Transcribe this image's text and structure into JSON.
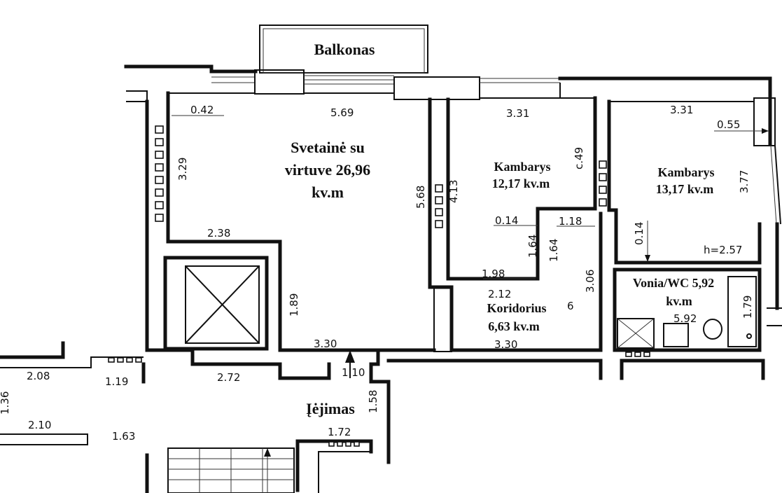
{
  "rooms": {
    "balcony": "Balkonas",
    "living_line1": "Svetainė su",
    "living_line2": "virtuve 26,96",
    "living_line3": "kv.m",
    "room1_name": "Kambarys",
    "room1_area": "12,17 kv.m",
    "room2_name": "Kambarys",
    "room2_area": "13,17 kv.m",
    "bath_line1": "Vonia/WC 5,92",
    "bath_line2": "kv.m",
    "corridor_name": "Koridorius",
    "corridor_area": "6,63 kv.m",
    "entrance": "Įėjimas",
    "height": "h=2.57"
  },
  "dimensions": {
    "d042": "0.42",
    "d569": "5.69",
    "d329": "3.29",
    "d238": "2.38",
    "d568": "5.68",
    "d413": "4.13",
    "d331a": "3.31",
    "d049": "с.49",
    "d014a": "0.14",
    "d164a": "1.64",
    "d118": "1.18",
    "d164b": "1.64",
    "d198": "1.98",
    "d212": "2.12",
    "d331b": "3.31",
    "d055": "0.55",
    "d377": "3.77",
    "d014b": "0.14",
    "d306": "3.06",
    "d179": "1.79",
    "d592": "5.92",
    "d6": "6",
    "d189": "1.89",
    "d330a": "3.30",
    "d330b": "3.30",
    "d110": "1.10",
    "d158": "1.58",
    "d272": "2.72",
    "d208": "2.08",
    "d119": "1.19",
    "d136": "1.36",
    "d210": "2.10",
    "d163": "1.63",
    "d172": "1.72"
  }
}
